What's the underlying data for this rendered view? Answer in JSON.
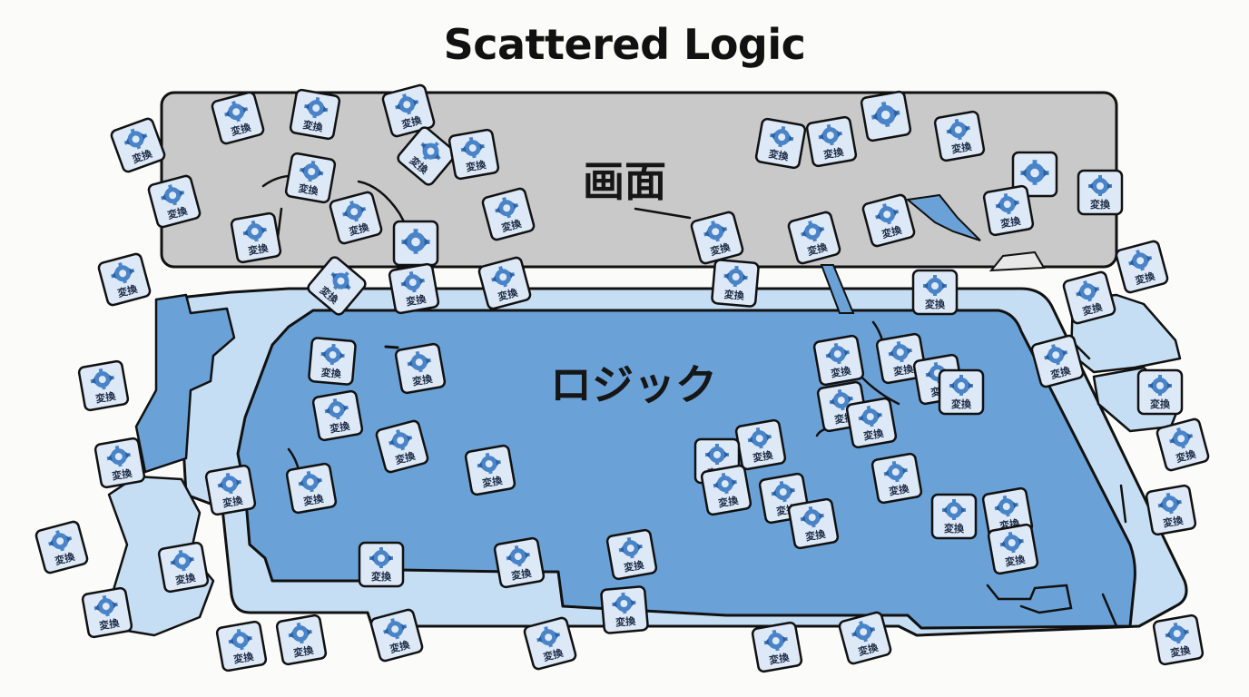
{
  "title": "Scattered Logic",
  "regions": {
    "screen_label": "画面",
    "logic_label": "ロジック"
  },
  "tile": {
    "label": "変換",
    "icon": "gear-arrows-icon"
  },
  "colors": {
    "screen_fill": "#c9c9c9",
    "logic_fill": "#6aa1d6",
    "logic_frame": "#c6def3",
    "outline": "#111111",
    "tile_fill": "#dde9f7",
    "icon_blue": "#4a84c8"
  }
}
